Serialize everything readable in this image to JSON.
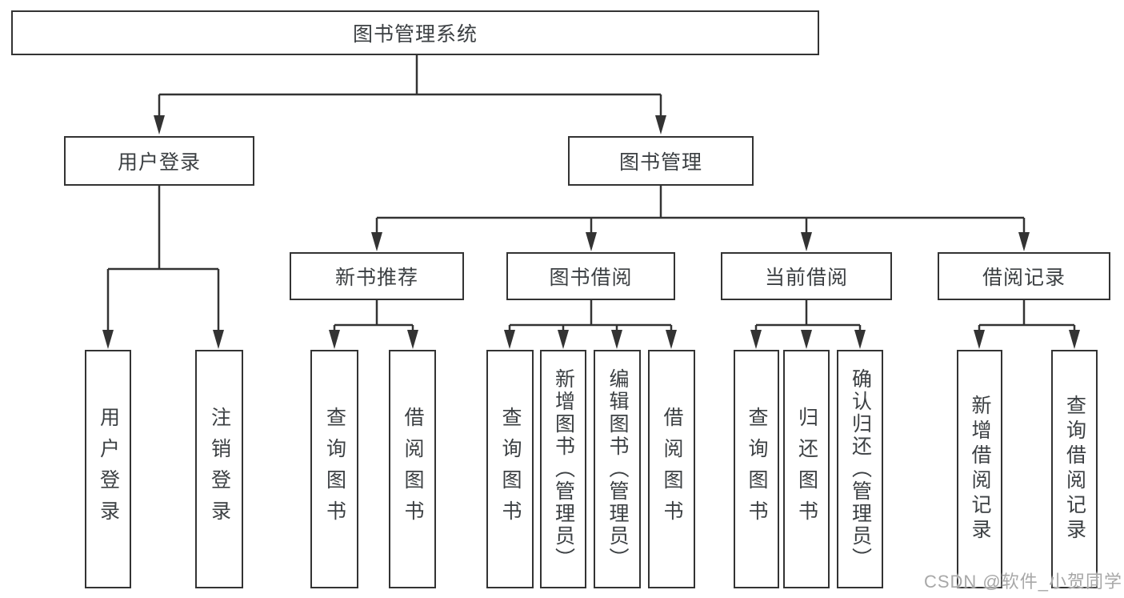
{
  "diagram": {
    "root": {
      "label": "图书管理系统"
    },
    "user_login": {
      "label": "用户登录",
      "children": [
        {
          "label": "用户登录"
        },
        {
          "label": "注销登录"
        }
      ]
    },
    "book_management": {
      "label": "图书管理",
      "sections": [
        {
          "label": "新书推荐",
          "children": [
            {
              "label": "查询图书"
            },
            {
              "label": "借阅图书"
            }
          ]
        },
        {
          "label": "图书借阅",
          "children": [
            {
              "label": "查询图书"
            },
            {
              "label": "新增图书（管理员）"
            },
            {
              "label": "编辑图书（管理员）"
            },
            {
              "label": "借阅图书"
            }
          ]
        },
        {
          "label": "当前借阅",
          "children": [
            {
              "label": "查询图书"
            },
            {
              "label": "归还图书"
            },
            {
              "label": "确认归还（管理员）"
            }
          ]
        },
        {
          "label": "借阅记录",
          "children": [
            {
              "label": "新增借阅记录"
            },
            {
              "label": "查询借阅记录"
            }
          ]
        }
      ]
    }
  },
  "watermark": {
    "text": "CSDN @软件_小贺同学"
  },
  "colors": {
    "line": "#333333",
    "text": "#3c4043",
    "watermark": "#a8a8a8",
    "background": "#ffffff"
  }
}
